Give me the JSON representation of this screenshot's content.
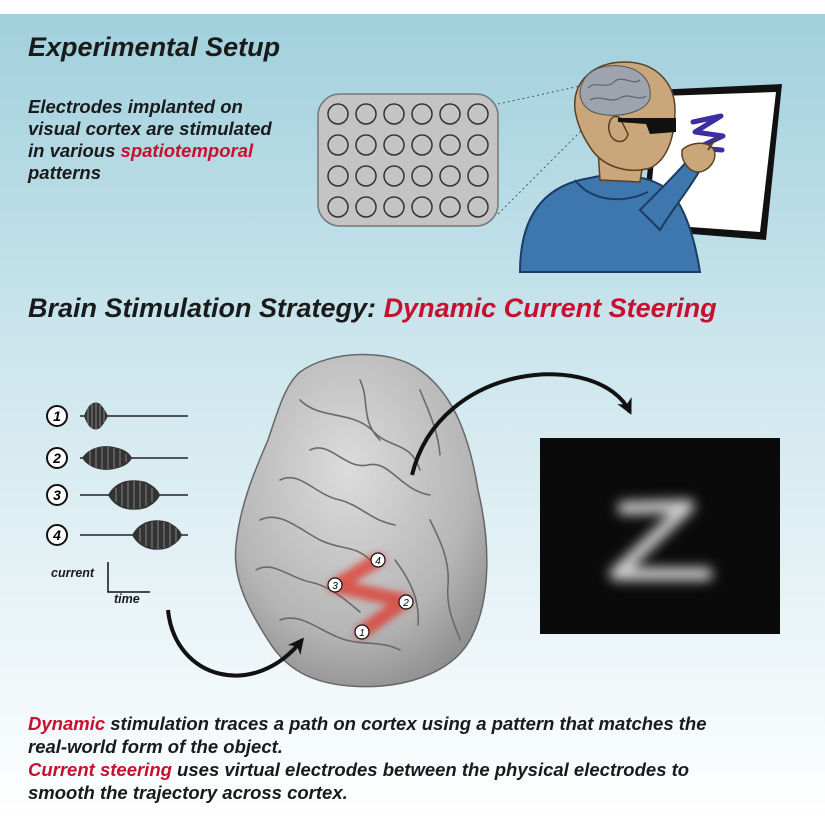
{
  "setup": {
    "title": "Experimental Setup",
    "desc_lines": [
      "Electrodes implanted on",
      "visual cortex are stimulated"
    ],
    "desc_line3_prefix": "in various ",
    "desc_line3_highlight": "spatiotemporal",
    "desc_line4": "patterns",
    "monitor_glyph": "Z"
  },
  "strategy": {
    "title_prefix": "Brain Stimulation Strategy: ",
    "title_highlight": "Dynamic Current Steering"
  },
  "pulses": {
    "labels": [
      "1",
      "2",
      "3",
      "4"
    ],
    "axis_current": "current",
    "axis_time": "time"
  },
  "cortex_labels": [
    "1",
    "2",
    "3",
    "4"
  ],
  "percept_glyph": "Z",
  "footer": {
    "line1_highlight": "Dynamic",
    "line1_rest": " stimulation traces a path on cortex using a pattern that matches the",
    "line2": "real-world form of the object.",
    "line3_highlight": "Current steering",
    "line3_rest": " uses virtual electrodes between the physical electrodes to",
    "line4": "smooth the trajectory across cortex."
  },
  "colors": {
    "highlight_red": "#c8102e",
    "background_top": "#9fcfdc",
    "shirt_blue": "#3d77ad",
    "skin": "#c9a77a",
    "stylus_path": "#3b2ea0"
  }
}
